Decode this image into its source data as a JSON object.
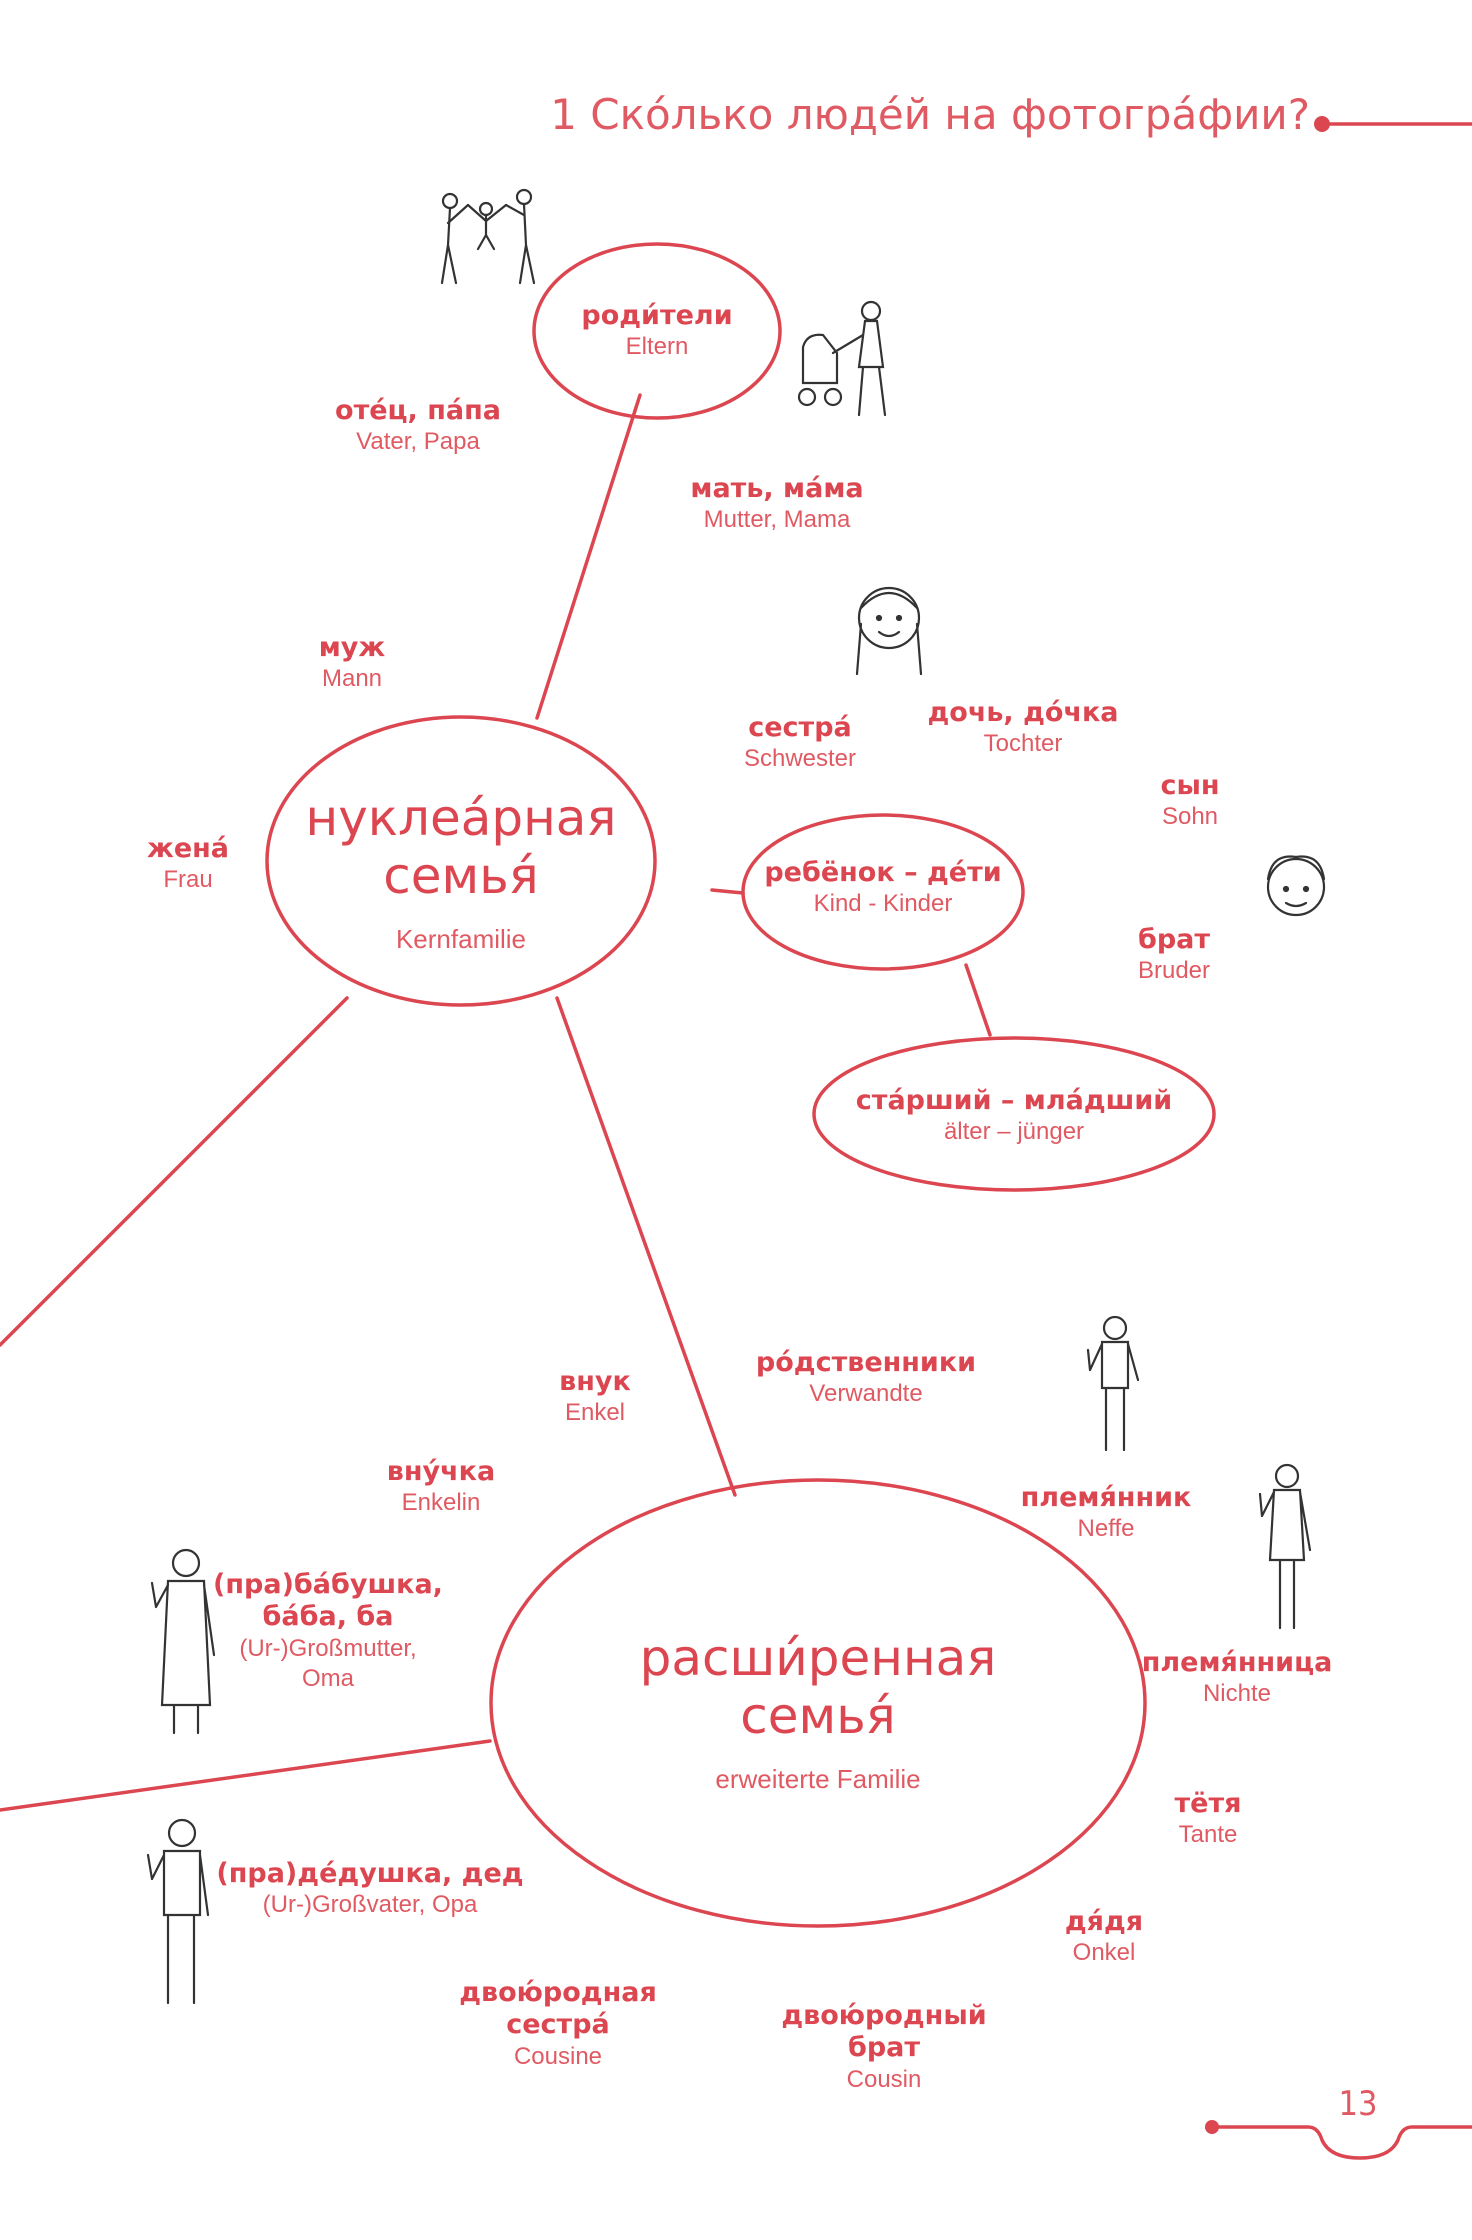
{
  "header": {
    "title": "1 Ско́лько люде́й на фотогра́фии?"
  },
  "page_number": "13",
  "accent_color": "#dc4650",
  "central": {
    "nuclear": {
      "ru": "нуклеа́рная семья́",
      "de": "Kernfamilie"
    },
    "extended": {
      "ru": "расши́ренная семья́",
      "de": "erweiterte Familie"
    }
  },
  "nodes": {
    "parents": {
      "ru": "роди́тели",
      "de": "Eltern"
    },
    "child": {
      "ru": "ребёнок – де́ти",
      "de": "Kind - Kinder"
    },
    "older_younger": {
      "ru": "ста́рший – мла́дший",
      "de": "älter – jünger"
    }
  },
  "terms": {
    "father": {
      "ru": "оте́ц, па́па",
      "de": "Vater, Papa"
    },
    "mother": {
      "ru": "мать, ма́ма",
      "de": "Mutter, Mama"
    },
    "husband": {
      "ru": "муж",
      "de": "Mann"
    },
    "wife": {
      "ru": "жена́",
      "de": "Frau"
    },
    "sister": {
      "ru": "сестра́",
      "de": "Schwester"
    },
    "daughter": {
      "ru": "дочь, до́чка",
      "de": "Tochter"
    },
    "son": {
      "ru": "сын",
      "de": "Sohn"
    },
    "brother": {
      "ru": "брат",
      "de": "Bruder"
    },
    "relatives": {
      "ru": "ро́дственники",
      "de": "Verwandte"
    },
    "grandson": {
      "ru": "внук",
      "de": "Enkel"
    },
    "granddaughter": {
      "ru": "вну́чка",
      "de": "Enkelin"
    },
    "nephew": {
      "ru": "племя́нник",
      "de": "Neffe"
    },
    "niece": {
      "ru": "племя́нница",
      "de": "Nichte"
    },
    "grandmother": {
      "ru1": "(пра)ба́бушка,",
      "ru2": "ба́ба, ба",
      "de1": "(Ur-)Großmutter,",
      "de2": "Oma"
    },
    "grandfather": {
      "ru": "(пра)де́душка, дед",
      "de": "(Ur-)Großvater, Opa"
    },
    "aunt": {
      "ru": "тётя",
      "de": "Tante"
    },
    "uncle": {
      "ru": "дя́дя",
      "de": "Onkel"
    },
    "cousin_f": {
      "ru1": "двою́родная",
      "ru2": "сестра́",
      "de": "Cousine"
    },
    "cousin_m": {
      "ru1": "двою́родный",
      "ru2": "брат",
      "de": "Cousin"
    }
  }
}
